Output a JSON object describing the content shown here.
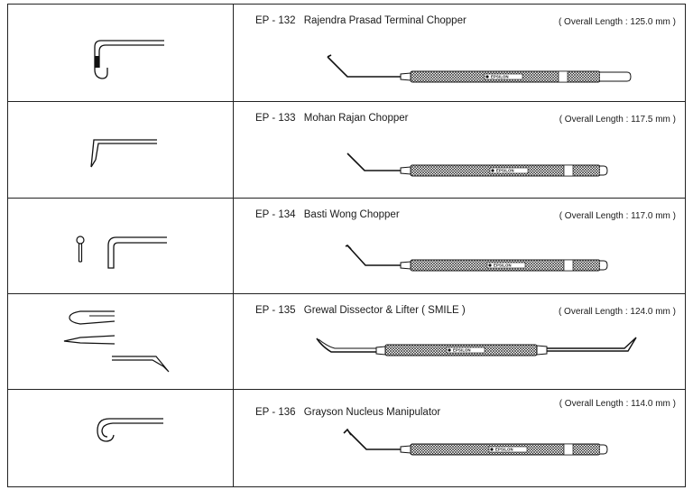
{
  "products": [
    {
      "code": "EP - 132",
      "name": "Rajendra Prasad Terminal Chopper",
      "length": "( Overall Length : 125.0 mm )",
      "brand": "EPSILON",
      "tip_icon": "terminal-chopper-tip-icon"
    },
    {
      "code": "EP - 133",
      "name": "Mohan Rajan Chopper",
      "length": "( Overall Length : 117.5 mm )",
      "brand": "EPSILON",
      "tip_icon": "chopper-tip-icon"
    },
    {
      "code": "EP - 134",
      "name": "Basti Wong Chopper",
      "length": "( Overall Length : 117.0 mm )",
      "brand": "EPSILON",
      "tip_icon": "ball-chopper-tip-icon"
    },
    {
      "code": "EP - 135",
      "name": "Grewal Dissector & Lifter ( SMILE )",
      "length": "( Overall Length : 124.0 mm )",
      "brand": "EPSILON",
      "tip_icon": "dissector-lifter-tip-icon"
    },
    {
      "code": "EP - 136",
      "name": "Grayson Nucleus Manipulator",
      "length": "( Overall Length : 114.0 mm )",
      "brand": "EPSILON",
      "tip_icon": "nucleus-manipulator-tip-icon"
    }
  ]
}
